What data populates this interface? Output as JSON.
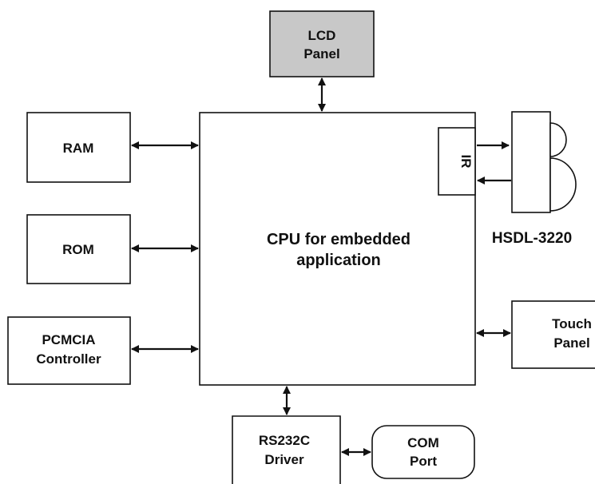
{
  "blocks": {
    "lcd": [
      "LCD",
      "Panel"
    ],
    "ram": [
      "RAM"
    ],
    "rom": [
      "ROM"
    ],
    "pcmcia": [
      "PCMCIA",
      "Controller"
    ],
    "cpu": [
      "CPU for embedded",
      "application"
    ],
    "ir": [
      "IR"
    ],
    "hsdl": [
      "HSDL-3220"
    ],
    "touch": [
      "Touch",
      "Panel"
    ],
    "rs232": [
      "RS232C",
      "Driver"
    ],
    "com": [
      "COM",
      "Port"
    ]
  },
  "colors": {
    "lcd_fill": "#c8c8c8",
    "line": "#111111",
    "background": "#ffffff"
  }
}
